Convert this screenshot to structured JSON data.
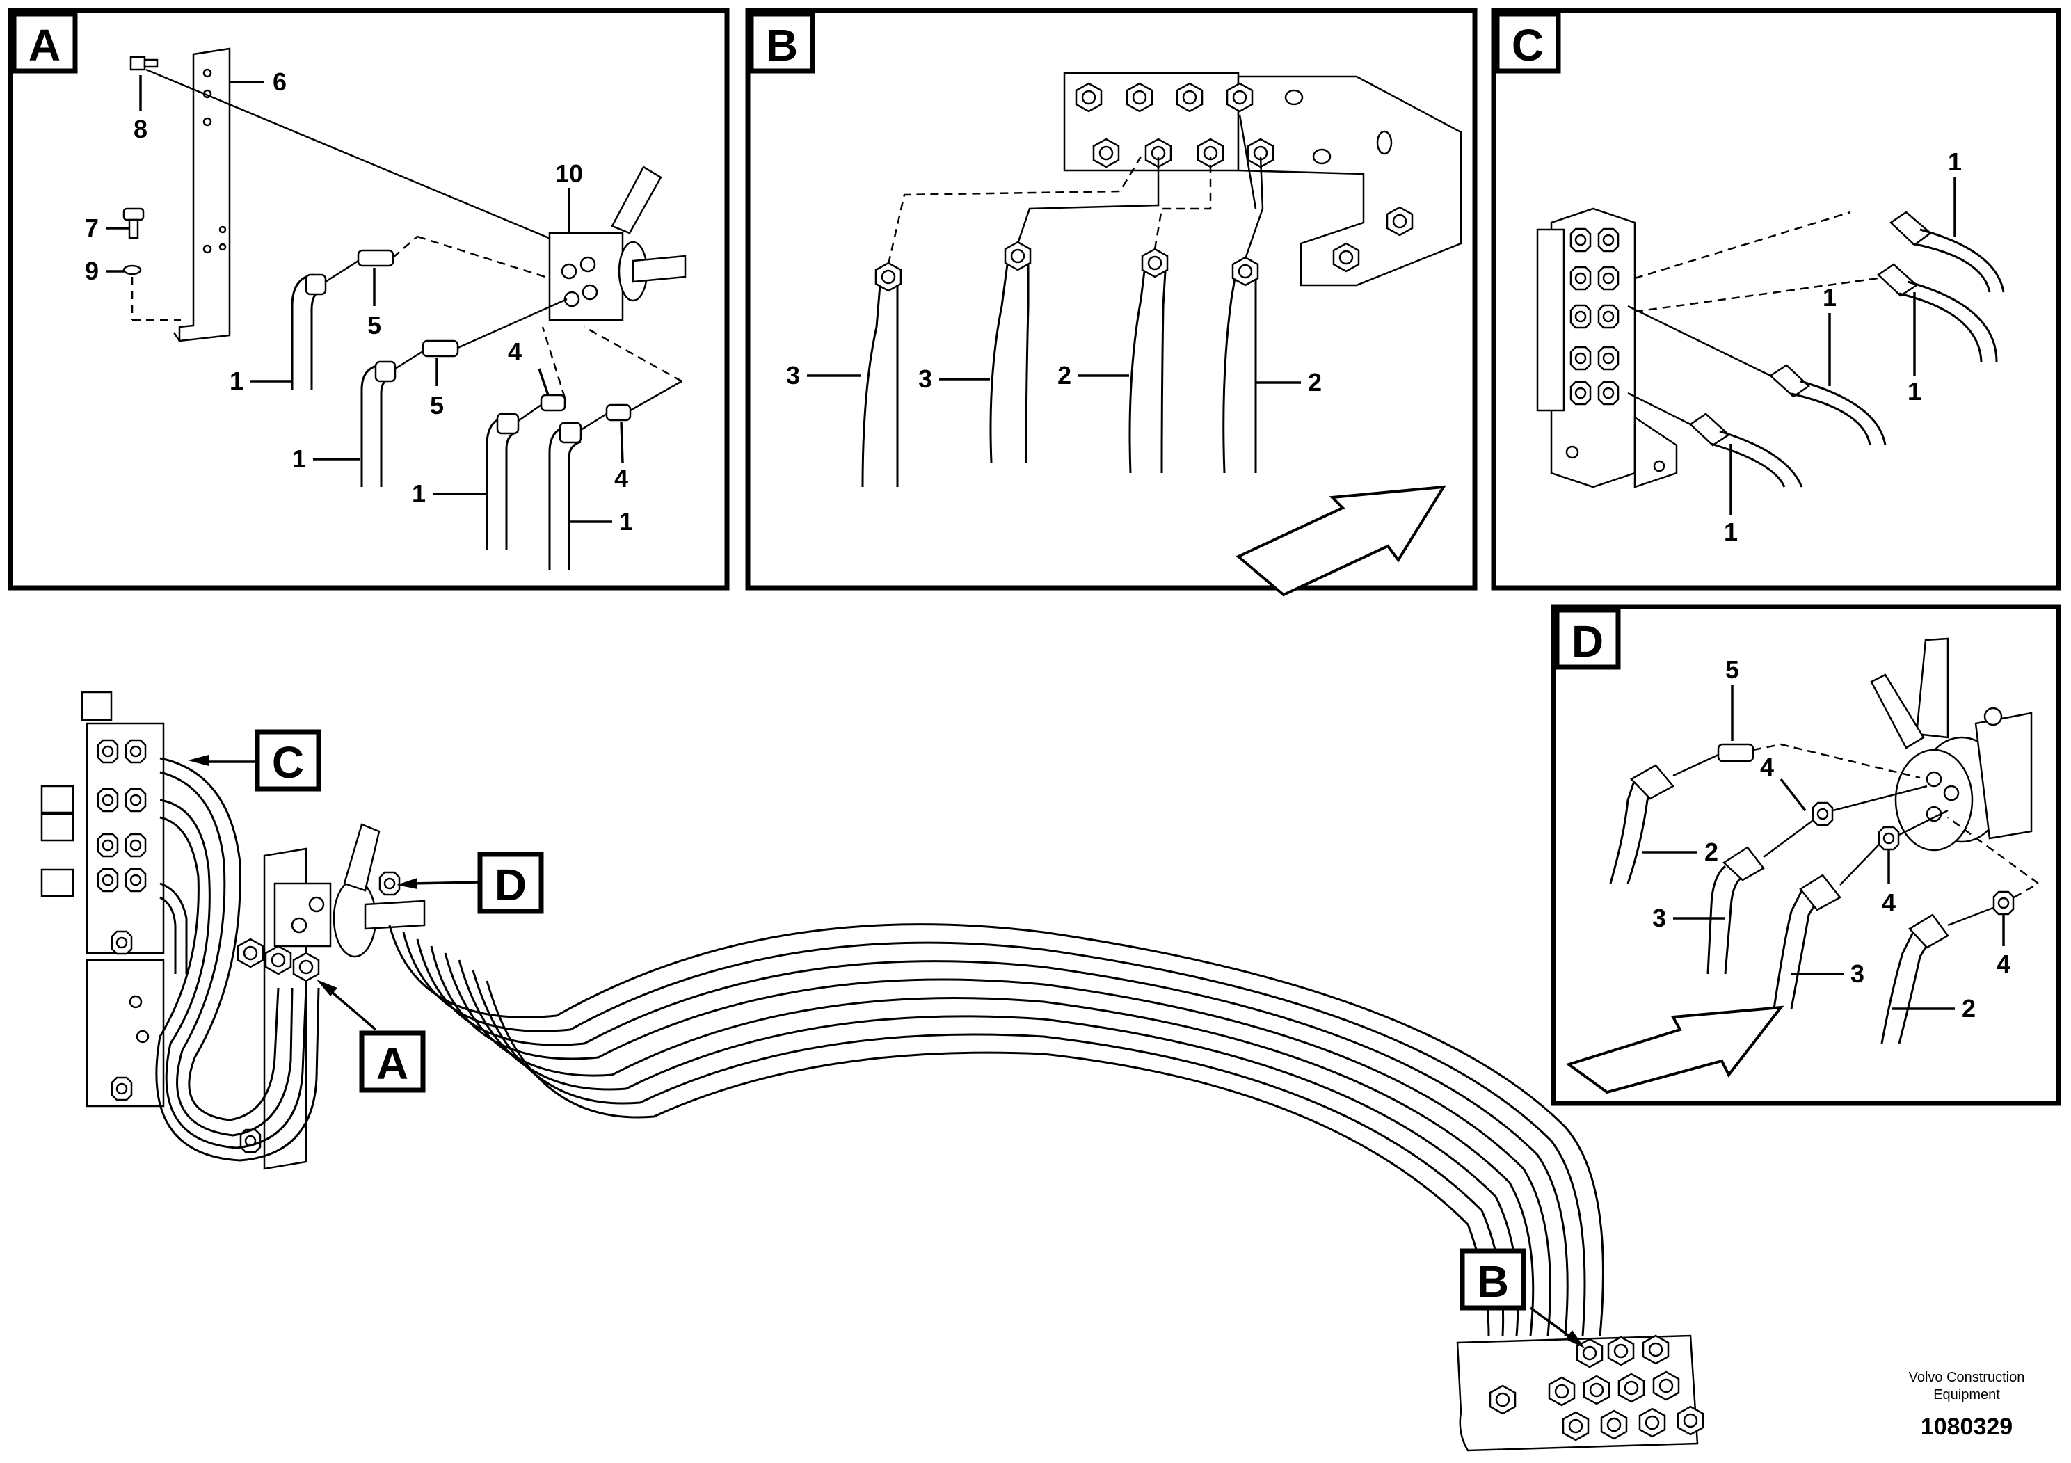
{
  "panels": {
    "A": {
      "tag": "A",
      "callouts": [
        "8",
        "6",
        "7",
        "9",
        "10",
        "1",
        "5",
        "5",
        "1",
        "4",
        "1",
        "4",
        "1"
      ]
    },
    "B": {
      "tag": "B",
      "callouts": [
        "3",
        "3",
        "2",
        "2"
      ]
    },
    "C": {
      "tag": "C",
      "callouts": [
        "1",
        "1",
        "1",
        "1"
      ]
    },
    "D": {
      "tag": "D",
      "callouts": [
        "5",
        "4",
        "2",
        "3",
        "4",
        "3",
        "4",
        "2"
      ]
    }
  },
  "overview": {
    "tags": [
      "C",
      "D",
      "A",
      "B"
    ]
  },
  "footer": {
    "company_line1": "Volvo Construction",
    "company_line2": "Equipment",
    "doc_number": "1080329"
  }
}
